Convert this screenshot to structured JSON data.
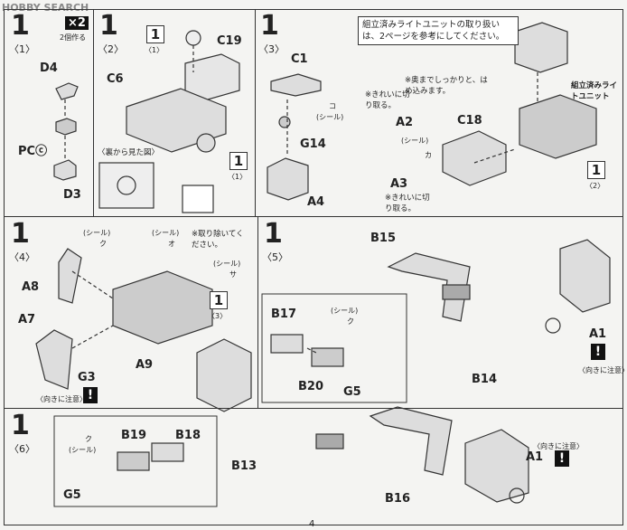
{
  "watermark": "HOBBY SEARCH",
  "page_number": "4",
  "step1": {
    "num": "1",
    "sub": "〈1〉",
    "badge": "×2",
    "badge_note": "2個作る",
    "labels": [
      "D4",
      "PCⓒ",
      "D3"
    ]
  },
  "step2": {
    "num": "1",
    "sub": "〈2〉",
    "labels": [
      "C6",
      "C19"
    ],
    "ref": "1",
    "ref_sub": "〈1〉",
    "ref2": "1",
    "ref2_sub": "〈1〉",
    "view_note": "〈裏から見た図〉"
  },
  "step3": {
    "num": "1",
    "sub": "〈3〉",
    "labels": [
      "C1",
      "G14",
      "A4"
    ],
    "seal": "(シール)",
    "seal_letter": "コ"
  },
  "step3b": {
    "info": "組立済みライトユニットの取り扱いは、2ページを参考にしてください。",
    "note1": "※奥までしっかりと、はめ込みます。",
    "unit_label": "組立済みライトユニット",
    "labels": [
      "A2",
      "C18",
      "A3"
    ],
    "cut1": "※きれいに切り取る。",
    "cut2": "※きれいに切り取る。",
    "seal": "(シール)",
    "seal_letter": "カ",
    "ref": "1",
    "ref_sub": "〈2〉"
  },
  "step4": {
    "num": "1",
    "sub": "〈4〉",
    "labels": [
      "A8",
      "A7",
      "A9"
    ],
    "seal1": "(シール)",
    "seal1_letter": "ク",
    "seal2": "(シール)",
    "seal2_letter": "オ",
    "seal3": "(シール)",
    "seal3_letter": "サ",
    "note": "※取り除いてください。",
    "ref": "1",
    "ref_sub": "〈3〉",
    "g_label": "G3",
    "caution": "〈向きに注意〉"
  },
  "step5": {
    "num": "1",
    "sub": "〈5〉",
    "labels": [
      "B15",
      "B17",
      "B20",
      "G5",
      "B14",
      "A1"
    ],
    "seal": "(シール)",
    "seal_letter": "ク",
    "caution": "〈向きに注意〉"
  },
  "step6": {
    "num": "1",
    "sub": "〈6〉",
    "labels": [
      "B19",
      "B18",
      "B13",
      "G5",
      "B16",
      "A1"
    ],
    "seal": "(シール)",
    "seal_letter": "ク",
    "caution": "〈向きに注意〉"
  }
}
